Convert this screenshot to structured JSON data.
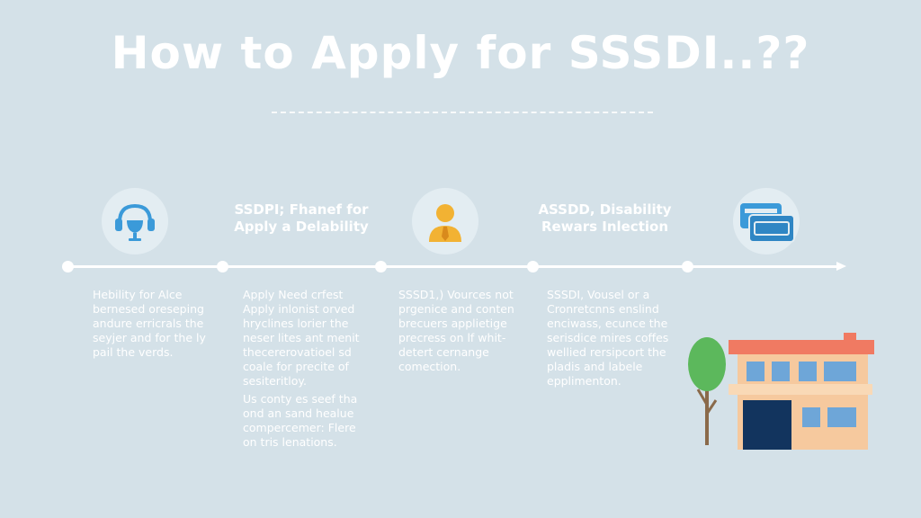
{
  "title": "How to Apply for SSSDI..??",
  "steps": [
    {
      "icon": "headset-icon",
      "description": [
        "Hebility for Alce",
        "bernesed oreseping",
        "andure erricrals the",
        "seyjer and for the ly",
        "pail the verds."
      ]
    },
    {
      "title": [
        "SSDPI; Fhanef for",
        "Apply a Delability"
      ],
      "description": [
        "Apply Need crfest",
        "Apply inlonist orved",
        "hryclines lorier the",
        "neser lites ant menit",
        "thecererovatioel sd",
        "coale for precite of",
        "sesiteritloy."
      ],
      "description_more": [
        "Us conty es seef tha",
        "ond an sand healue",
        "compercemer: Flere",
        "on tris lenations."
      ]
    },
    {
      "icon": "person-tie-icon",
      "description": [
        "SSSD1,) Vources not",
        "prgenice and conten",
        "brecuers applietige",
        "precress on lf whit-",
        "detert cernange",
        "comection."
      ]
    },
    {
      "title": [
        "ASSDD, Disability",
        "Rewars Inlection"
      ],
      "description": [
        "SSSDI, Vousel or a",
        "Cronretcnns enslind",
        "enciwass, ecunce the",
        "serisdice mires coffes",
        "wellied rersipcort the",
        "pladis and labele",
        "epplimenton."
      ]
    },
    {
      "icon": "cards-icon"
    }
  ],
  "colors": {
    "background": "#d4e1e8",
    "accent_blue": "#3b9ad9",
    "accent_orange": "#f2b233",
    "roof": "#f07a62",
    "wall": "#f6c99e",
    "window": "#6ea6d8",
    "door": "#12345e",
    "tree": "#5cb85c"
  }
}
